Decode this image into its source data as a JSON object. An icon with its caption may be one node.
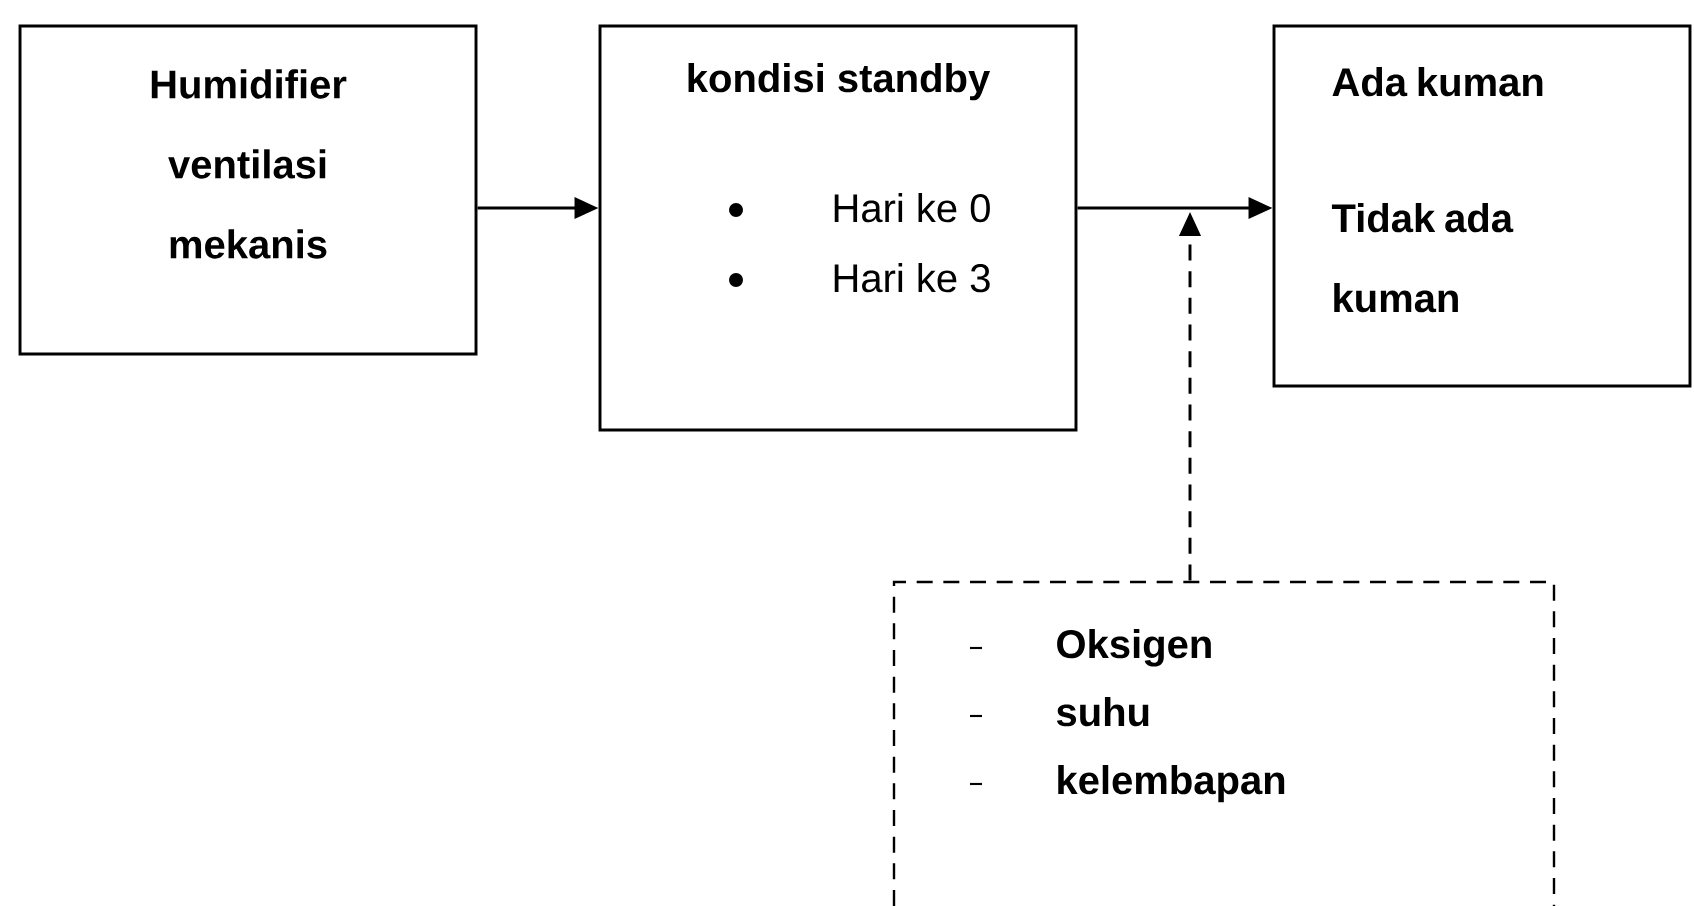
{
  "diagram": {
    "nodes": [
      {
        "text": [
          "Humidifier ventilasi mekanis"
        ]
      },
      {
        "text": [
          "kondisi standby",
          "Hari ke 0",
          "Hari ke 3"
        ]
      },
      {
        "text": [
          "Ada kuman",
          "Tidak ada kuman"
        ]
      },
      {
        "text": [
          "Oksigen",
          "suhu",
          "kelembapan"
        ]
      }
    ],
    "edges": [
      {
        "from": 0,
        "to": 1,
        "arrow": "to"
      },
      {
        "from": 1,
        "to": 2,
        "arrow": "to"
      },
      {
        "from": 3,
        "to": null,
        "arrow": "to",
        "style": "dashed"
      }
    ]
  }
}
